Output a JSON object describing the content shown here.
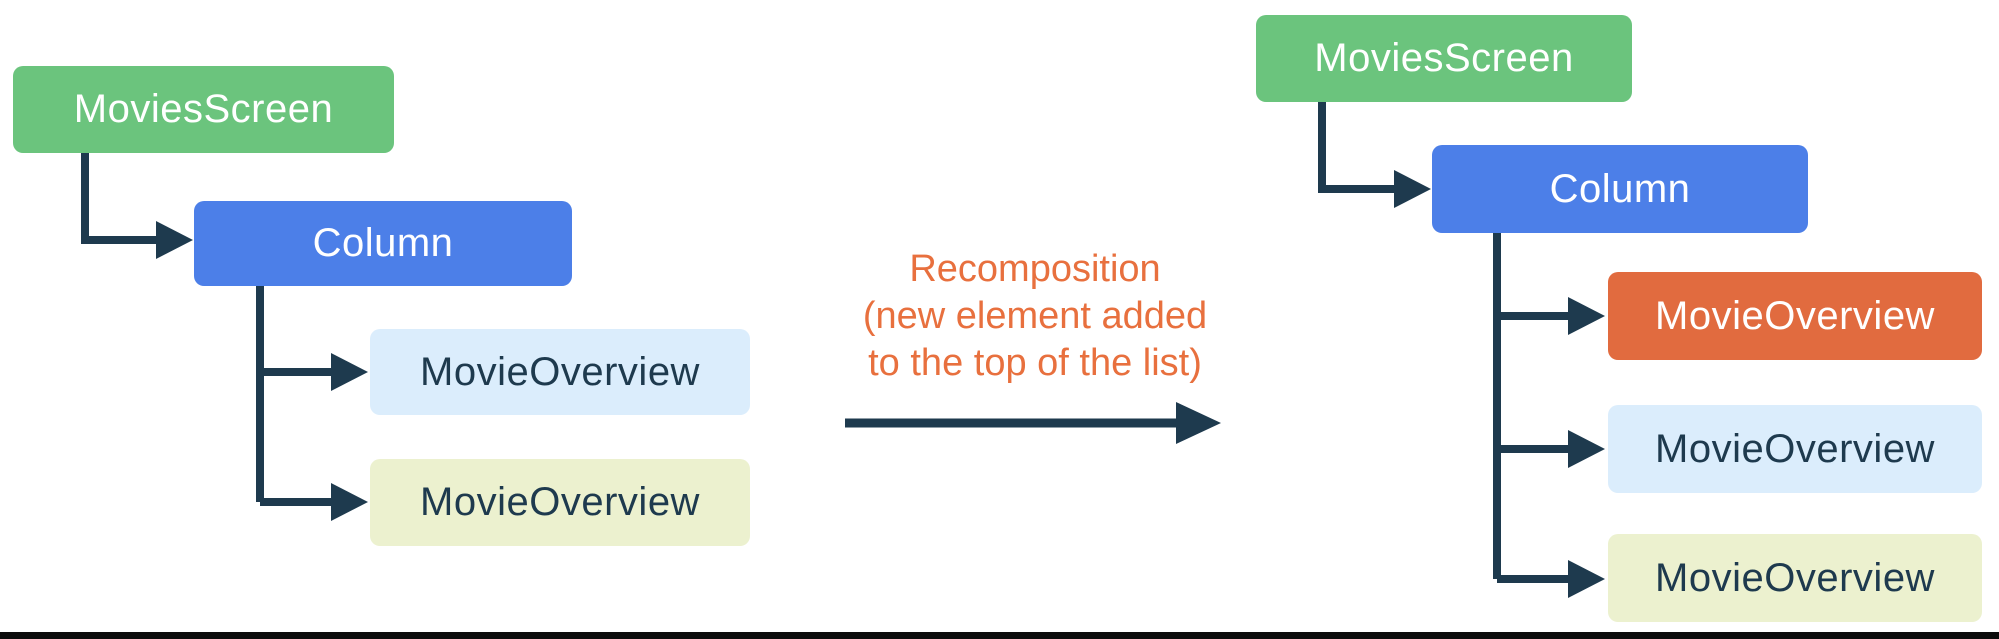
{
  "page": {
    "background": "#FFFFFF",
    "bottom_bar_color": "#0B0B0B",
    "connector_color": "#1E3A4E"
  },
  "left_tree": {
    "nodes": [
      {
        "id": "movies-screen",
        "label": "MoviesScreen",
        "fill": "#6BC47D",
        "text_color": "#FFFFFF"
      },
      {
        "id": "column",
        "label": "Column",
        "fill": "#4C7FE8",
        "text_color": "#FFFFFF"
      },
      {
        "id": "movie-overview-1",
        "label": "MovieOverview",
        "fill": "#DBEDFC",
        "text_color": "#1E3A4E"
      },
      {
        "id": "movie-overview-2",
        "label": "MovieOverview",
        "fill": "#ECF1CF",
        "text_color": "#1E3A4E"
      }
    ]
  },
  "transition": {
    "caption_lines": [
      "Recomposition",
      "(new element added",
      "to the top of the list)"
    ],
    "caption_color": "#E8703E",
    "arrow_color": "#1E3A4E"
  },
  "right_tree": {
    "nodes": [
      {
        "id": "movies-screen",
        "label": "MoviesScreen",
        "fill": "#6BC47D",
        "text_color": "#FFFFFF"
      },
      {
        "id": "column",
        "label": "Column",
        "fill": "#4C7FE8",
        "text_color": "#FFFFFF"
      },
      {
        "id": "movie-overview-new",
        "label": "MovieOverview",
        "fill": "#E16B3F",
        "text_color": "#FFFFFF",
        "highlighted": true
      },
      {
        "id": "movie-overview-1",
        "label": "MovieOverview",
        "fill": "#DBEDFC",
        "text_color": "#1E3A4E"
      },
      {
        "id": "movie-overview-2",
        "label": "MovieOverview",
        "fill": "#ECF1CF",
        "text_color": "#1E3A4E"
      }
    ]
  }
}
